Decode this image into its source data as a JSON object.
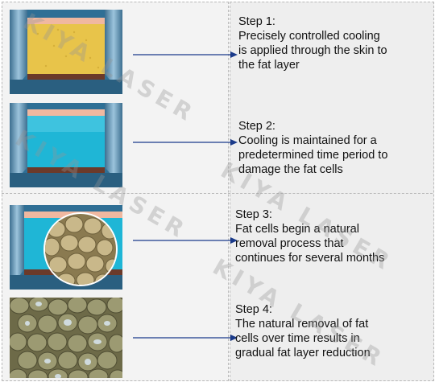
{
  "watermark": {
    "text": "KIYA LASER"
  },
  "colors": {
    "arrow": "#1a3a8a",
    "fat_yellow": "#e8c44a",
    "cooling_blue": "#1fb6d6",
    "skin_pink": "#e9a98f",
    "muscle_brown": "#6b3a2a",
    "applicator_steel": "#6fa3c2"
  },
  "steps": [
    {
      "title": "Step 1:",
      "lines": [
        "Precisely controlled cooling",
        "is applied through the skin to",
        "the fat layer"
      ]
    },
    {
      "title": "Step 2:",
      "lines": [
        "Cooling is maintained for a",
        "predetermined time period to",
        "damage the fat cells"
      ]
    },
    {
      "title": "Step 3:",
      "lines": [
        "Fat cells begin a natural",
        "removal process that",
        "continues for several months"
      ]
    },
    {
      "title": "Step 4:",
      "lines": [
        "The natural removal of fat",
        "cells over time results in",
        "gradual fat layer reduction"
      ]
    }
  ],
  "icons": [
    "applicator-yellow-fat-icon",
    "applicator-cooled-fat-icon",
    "magnified-fat-cells-icon",
    "fat-cells-closeup-icon"
  ]
}
